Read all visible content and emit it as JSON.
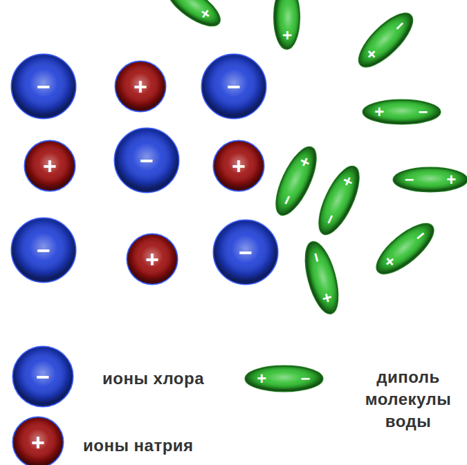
{
  "diagram": {
    "nodes": [
      {
        "text": [
          "−"
        ]
      },
      {
        "text": [
          "+"
        ]
      },
      {
        "text": [
          "−"
        ]
      },
      {
        "text": [
          "+"
        ]
      },
      {
        "text": [
          "−"
        ]
      },
      {
        "text": [
          "+"
        ]
      },
      {
        "text": [
          "−"
        ]
      },
      {
        "text": [
          "+"
        ]
      },
      {
        "text": [
          "−"
        ]
      },
      {
        "text": [
          "+"
        ]
      },
      {
        "text": [
          "+"
        ]
      },
      {
        "text": [
          "+",
          "−"
        ]
      },
      {
        "text": [
          "+",
          "−"
        ]
      },
      {
        "text": [
          "+",
          "−"
        ]
      },
      {
        "text": [
          "+",
          "−"
        ]
      },
      {
        "text": [
          "−",
          "+"
        ]
      },
      {
        "text": [
          "−",
          "+"
        ]
      },
      {
        "text": [
          "−",
          "+"
        ]
      }
    ],
    "labels": [
      "−",
      "+",
      "+",
      "−"
    ],
    "legend": [
      {
        "text": "ионы хлора",
        "color": "#2040d8"
      },
      {
        "text": "ионы натрия",
        "color": "#a01010"
      },
      {
        "text": "диполь молекулы воды",
        "color": "#30c030"
      }
    ]
  }
}
